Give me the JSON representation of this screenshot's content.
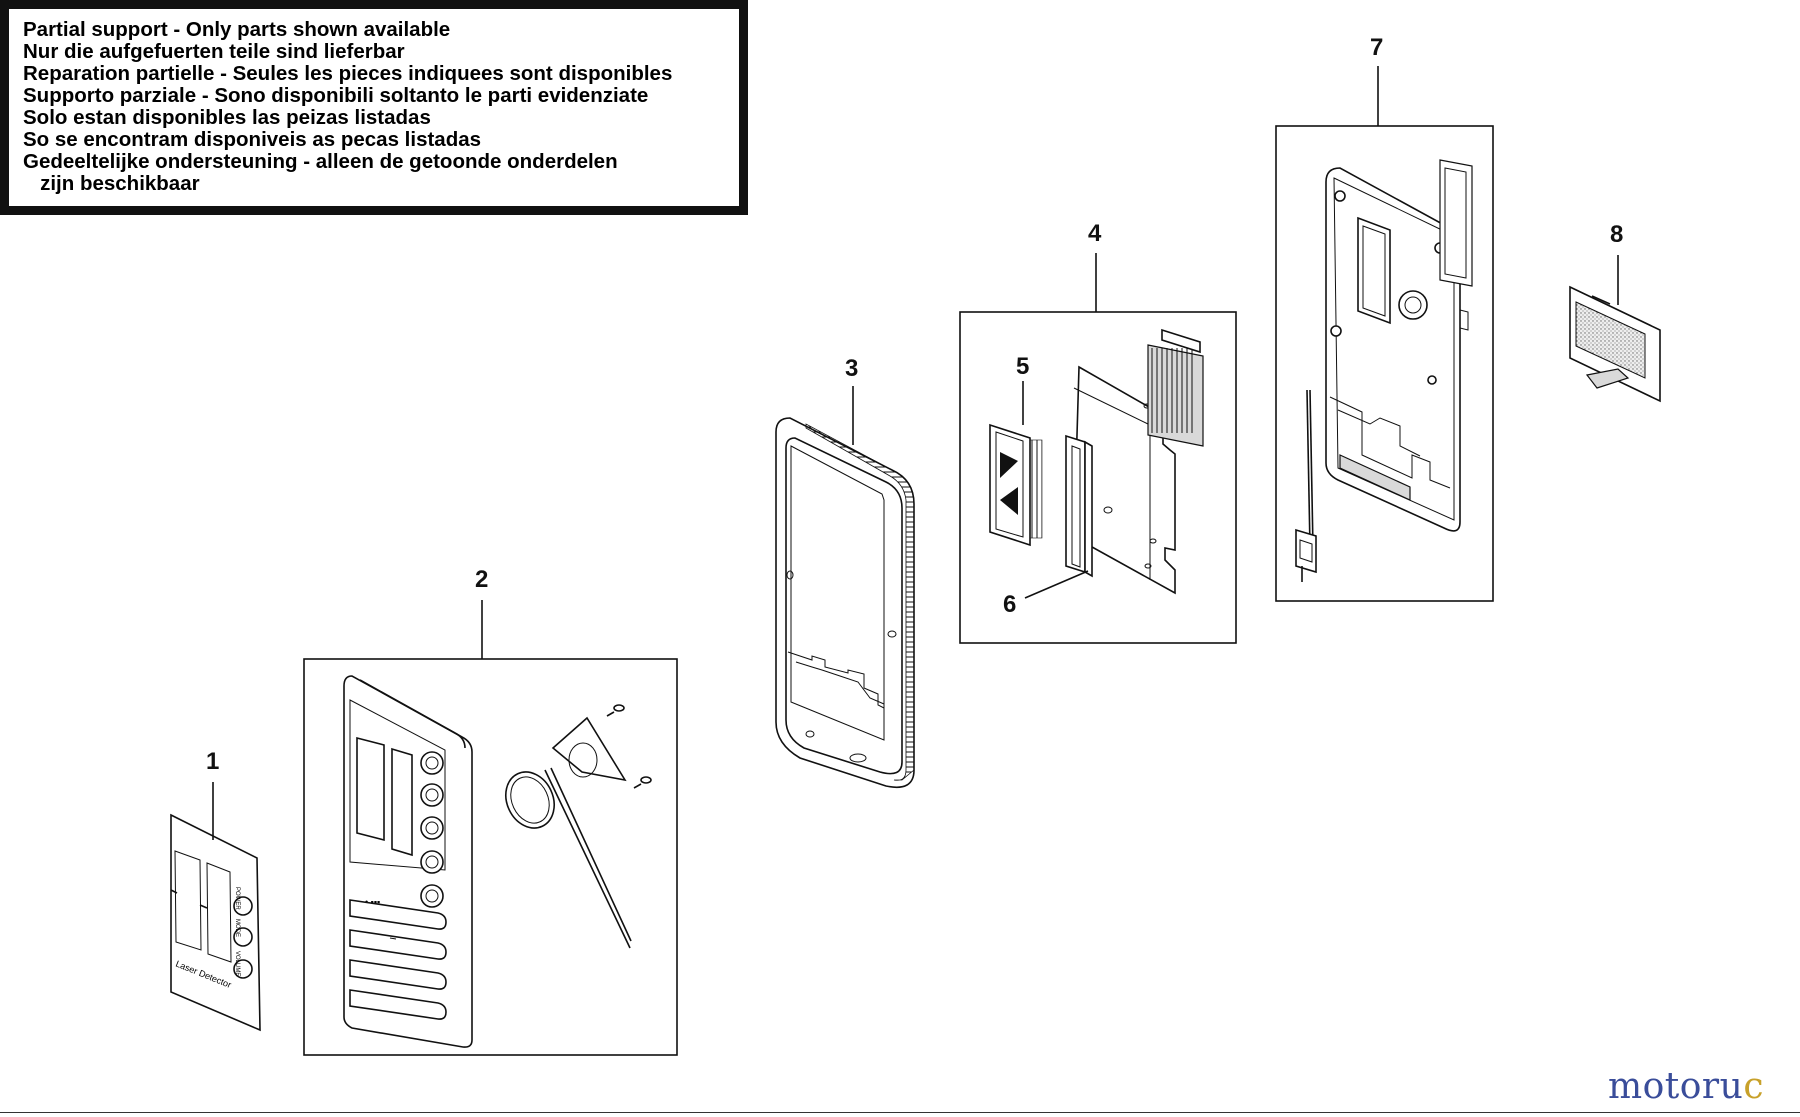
{
  "notice": {
    "lines": [
      "Partial support - Only parts shown available",
      "Nur die aufgefuerten teile sind lieferbar",
      "Reparation partielle - Seules les pieces indiquees sont disponibles",
      "Supporto parziale - Sono disponibili soltanto le parti evidenziate",
      "Solo estan disponibles las peizas listadas",
      "So se encontram disponiveis as pecas listadas",
      "Gedeeltelijke ondersteuning - alleen de getoonde onderdelen",
      "   zijn beschikbaar"
    ]
  },
  "callouts": {
    "c1": "1",
    "c2": "2",
    "c3": "3",
    "c4": "4",
    "c5": "5",
    "c6": "6",
    "c7": "7",
    "c8": "8"
  },
  "label_part1": {
    "brand": "Laser Detector",
    "power": "POWER",
    "mode": "MODE",
    "volume": "VOLUME"
  },
  "brand": {
    "text_a": "motoru",
    "text_b": "c",
    "color_a": "#3a4d9a",
    "color_b": "#c8a12a"
  }
}
